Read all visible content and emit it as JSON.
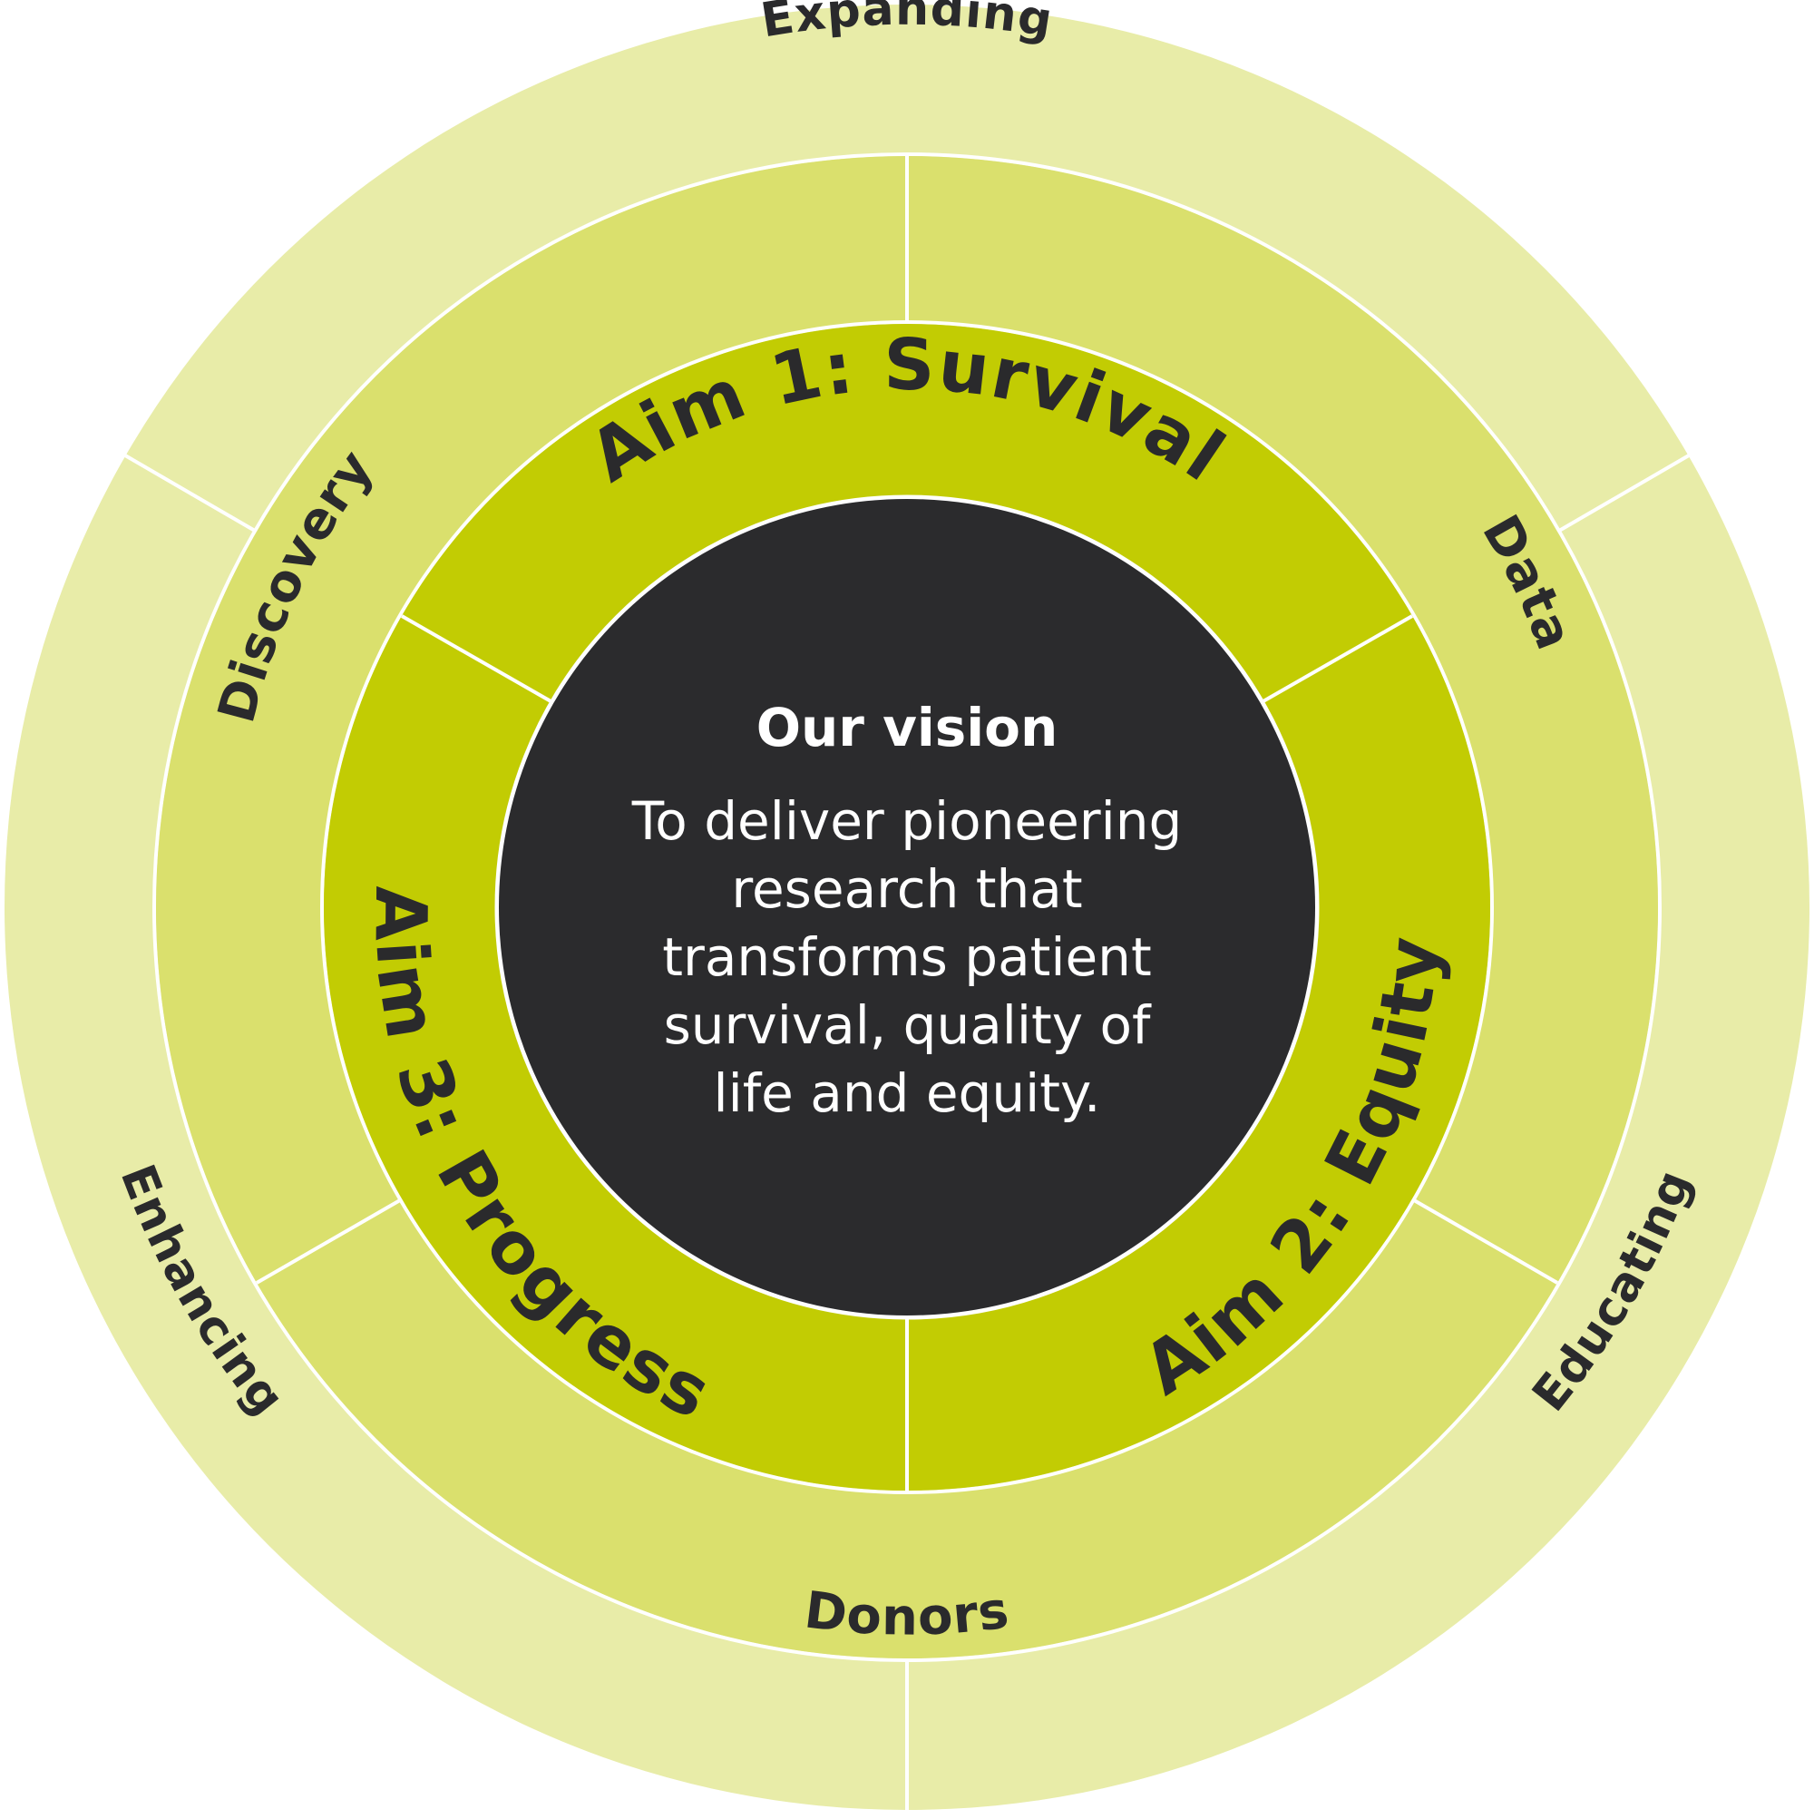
{
  "colors": {
    "outer_ring": "#e8eca8",
    "middle_ring": "#dae06d",
    "inner_ring": "#c2cc03",
    "center": "#2b2b2d",
    "divider": "#ffffff",
    "text_dark": "#2a2a2c",
    "text_light": "#ffffff"
  },
  "outer_ring": {
    "labels": [
      "Expanding",
      "Educating",
      "Enhancing"
    ]
  },
  "middle_ring": {
    "labels": [
      "Data",
      "Donors",
      "Discovery"
    ]
  },
  "inner_ring": {
    "labels": [
      "Aim 1: Survival",
      "Aim 2: Equity",
      "Aim 3: Progress"
    ]
  },
  "center": {
    "title": "Our vision",
    "lines": [
      "To deliver pioneering",
      "research that",
      "transforms patient",
      "survival, quality of",
      "life and equity."
    ]
  }
}
